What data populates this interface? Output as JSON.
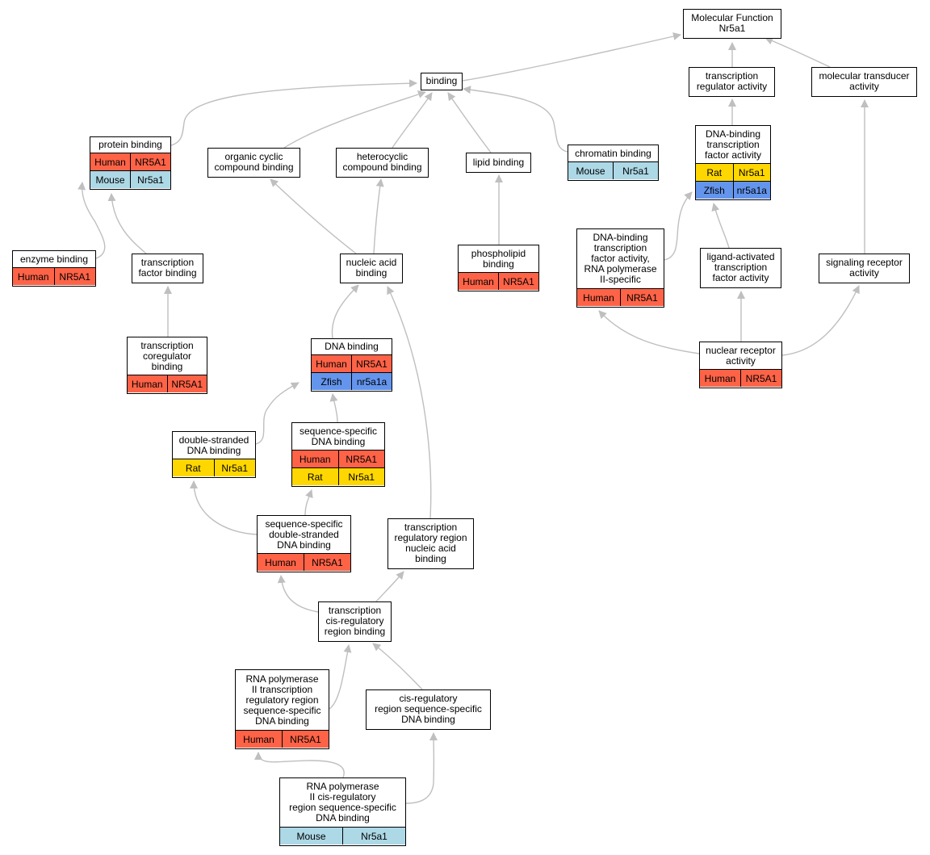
{
  "colors": {
    "edge": "#bfbfbf",
    "Human": "#ff6347",
    "Mouse": "#add8e6",
    "Rat": "#ffd700",
    "Zfish": "#6495ed"
  },
  "nodes": {
    "mf": {
      "title": "Molecular Function\nNr5a1",
      "rows": []
    },
    "binding": {
      "title": "binding",
      "rows": []
    },
    "tra": {
      "title": "transcription\nregulator activity",
      "rows": []
    },
    "mta": {
      "title": "molecular transducer\nactivity",
      "rows": []
    },
    "pb": {
      "title": "protein binding",
      "rows": [
        {
          "species": "Human",
          "gene": "NR5A1"
        },
        {
          "species": "Mouse",
          "gene": "Nr5a1"
        }
      ]
    },
    "occb": {
      "title": "organic cyclic\ncompound binding",
      "rows": []
    },
    "hcb": {
      "title": "heterocyclic\ncompound binding",
      "rows": []
    },
    "lb": {
      "title": "lipid binding",
      "rows": []
    },
    "cb": {
      "title": "chromatin binding",
      "rows": [
        {
          "species": "Mouse",
          "gene": "Nr5a1"
        }
      ]
    },
    "dbtfa": {
      "title": "DNA-binding\ntranscription\nfactor activity",
      "rows": [
        {
          "species": "Rat",
          "gene": "Nr5a1"
        },
        {
          "species": "Zfish",
          "gene": "nr5a1a"
        }
      ]
    },
    "eb": {
      "title": "enzyme binding",
      "rows": [
        {
          "species": "Human",
          "gene": "NR5A1"
        }
      ]
    },
    "tfb": {
      "title": "transcription\nfactor binding",
      "rows": []
    },
    "nab": {
      "title": "nucleic acid\nbinding",
      "rows": []
    },
    "plb": {
      "title": "phospholipid\nbinding",
      "rows": [
        {
          "species": "Human",
          "gene": "NR5A1"
        }
      ]
    },
    "dbtfa2": {
      "title": "DNA-binding\ntranscription\nfactor activity,\nRNA polymerase\nII-specific",
      "rows": [
        {
          "species": "Human",
          "gene": "NR5A1"
        }
      ]
    },
    "latfa": {
      "title": "ligand-activated\ntranscription\nfactor activity",
      "rows": []
    },
    "sra": {
      "title": "signaling receptor\nactivity",
      "rows": []
    },
    "tcb": {
      "title": "transcription\ncoregulator\nbinding",
      "rows": [
        {
          "species": "Human",
          "gene": "NR5A1"
        }
      ]
    },
    "db": {
      "title": "DNA binding",
      "rows": [
        {
          "species": "Human",
          "gene": "NR5A1"
        },
        {
          "species": "Zfish",
          "gene": "nr5a1a"
        }
      ]
    },
    "nra": {
      "title": "nuclear receptor\nactivity",
      "rows": [
        {
          "species": "Human",
          "gene": "NR5A1"
        }
      ]
    },
    "dsdb": {
      "title": "double-stranded\nDNA binding",
      "rows": [
        {
          "species": "Rat",
          "gene": "Nr5a1"
        }
      ]
    },
    "ssdb": {
      "title": "sequence-specific\nDNA binding",
      "rows": [
        {
          "species": "Human",
          "gene": "NR5A1"
        },
        {
          "species": "Rat",
          "gene": "Nr5a1"
        }
      ]
    },
    "ssdsdb": {
      "title": "sequence-specific\ndouble-stranded\nDNA binding",
      "rows": [
        {
          "species": "Human",
          "gene": "NR5A1"
        }
      ]
    },
    "trrnab": {
      "title": "transcription\nregulatory region\nnucleic acid\nbinding",
      "rows": []
    },
    "tcrrb": {
      "title": "transcription\ncis-regulatory\nregion binding",
      "rows": []
    },
    "rp2": {
      "title": "RNA polymerase\nII transcription\nregulatory region\nsequence-specific\nDNA binding",
      "rows": [
        {
          "species": "Human",
          "gene": "NR5A1"
        }
      ]
    },
    "crrss": {
      "title": "cis-regulatory\nregion sequence-specific\nDNA binding",
      "rows": []
    },
    "rp2c": {
      "title": "RNA polymerase\nII cis-regulatory\nregion sequence-specific\nDNA binding",
      "rows": [
        {
          "species": "Mouse",
          "gene": "Nr5a1"
        }
      ]
    }
  }
}
